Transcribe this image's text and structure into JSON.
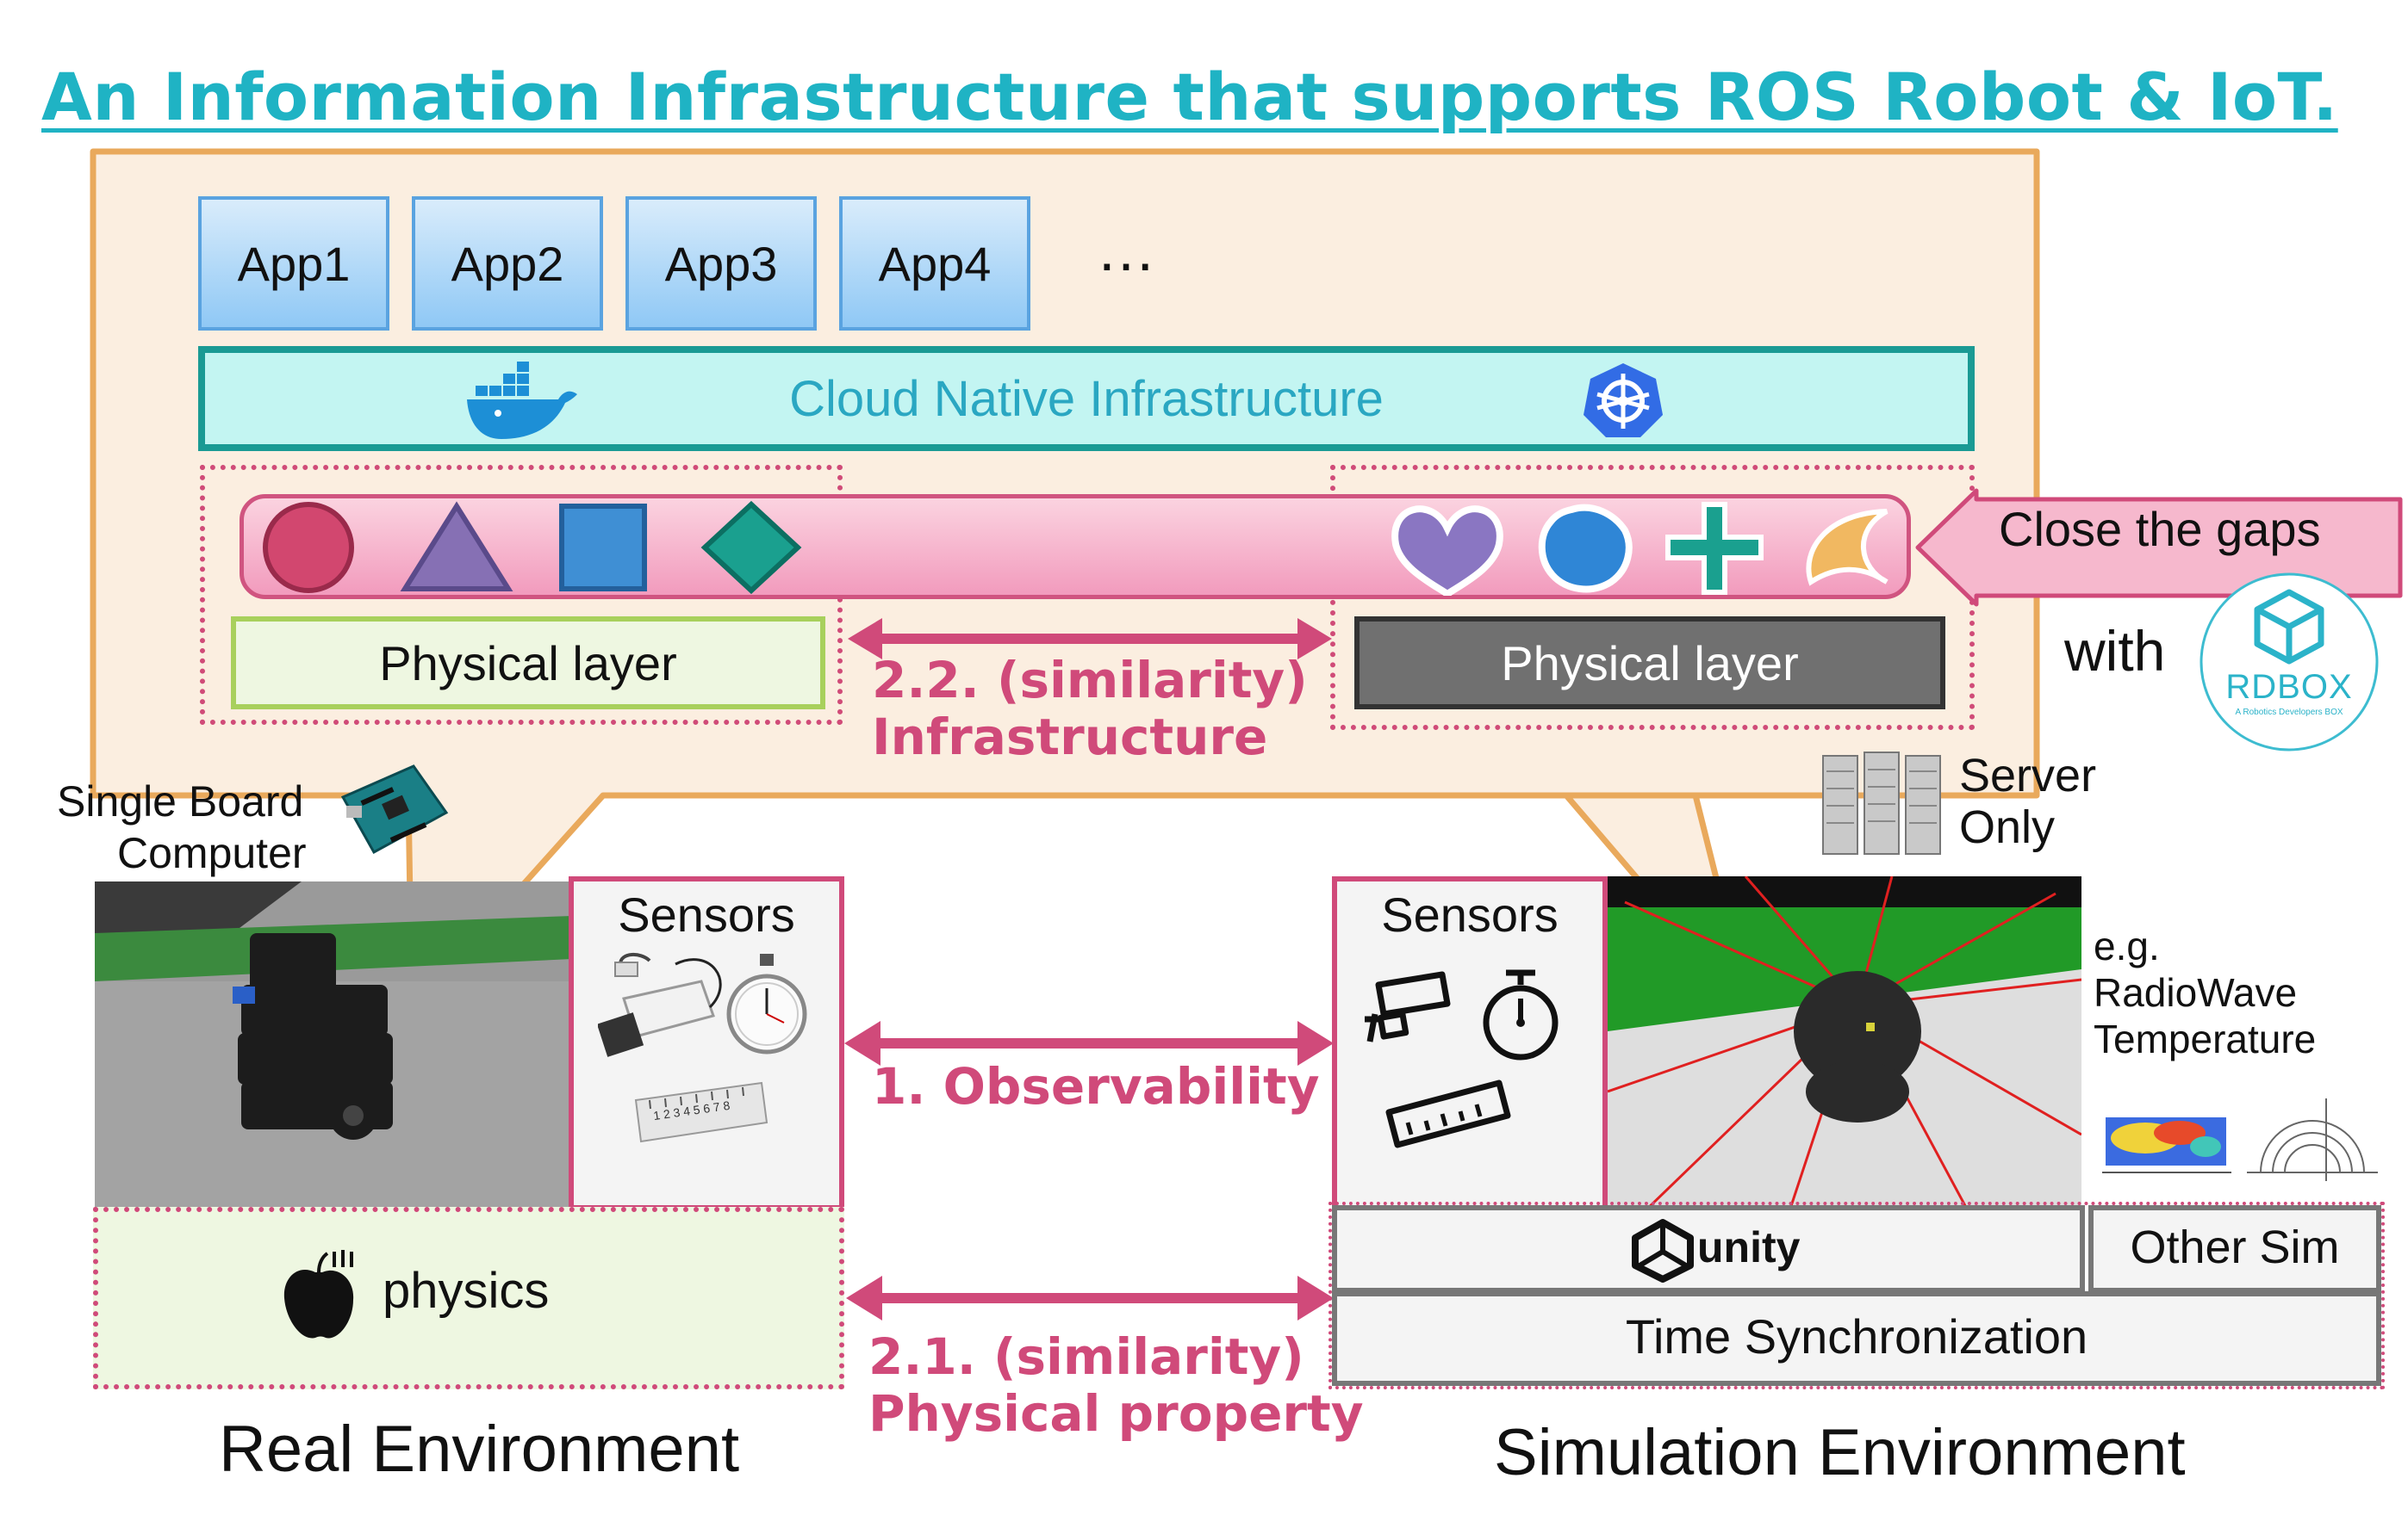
{
  "title": "An Information Infrastructure that supports ROS Robot & IoT.",
  "apps": [
    "App1",
    "App2",
    "App3",
    "App4"
  ],
  "apps_more": "…",
  "cloud_native": "Cloud Native Infrastructure",
  "physical_layer_left": "Physical layer",
  "physical_layer_right": "Physical layer",
  "close_the_gaps": "Close the gaps",
  "with": "with",
  "rdbox": {
    "name": "RDBOX",
    "tagline": "A Robotics Developers BOX"
  },
  "similarity_infra": {
    "line1": "2.2. (similarity)",
    "line2": "Infrastructure"
  },
  "single_board": {
    "line1": "Single Board",
    "line2": "Computer"
  },
  "server_only": {
    "line1": "Server",
    "line2": "Only"
  },
  "sensors_left": "Sensors",
  "sensors_right": "Sensors",
  "ruler_numbers": "1 2 3 4 5 6 7 8",
  "observability": "1. Observability",
  "eg": {
    "line1": "e.g.",
    "line2": "RadioWave",
    "line3": "Temperature"
  },
  "physics": "physics",
  "unity": "unity",
  "other_sim": "Other Sim",
  "time_sync": "Time Synchronization",
  "similarity_phys": {
    "line1": "2.1. (similarity)",
    "line2": "Physical property"
  },
  "real_env": "Real Environment",
  "sim_env": "Simulation Environment",
  "colors": {
    "title": "#1fb3c4",
    "magenta": "#d04a7a",
    "callout_fill": "#fbeee0",
    "callout_border": "#e9a95c",
    "cloud_fill": "#c3f5f2",
    "cloud_border": "#1a9a94"
  }
}
